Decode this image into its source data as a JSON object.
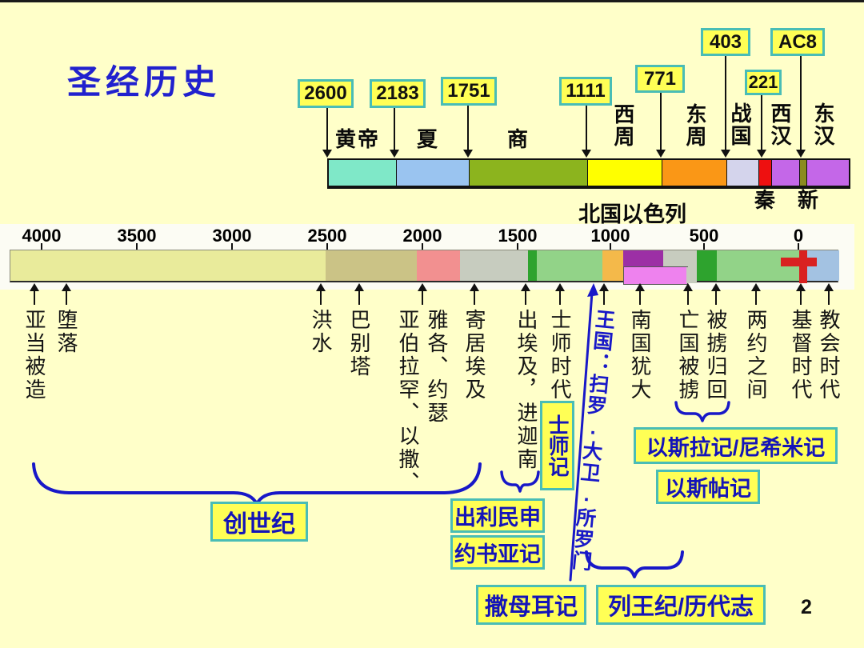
{
  "slide": {
    "title": "圣经历史",
    "page_number": "2",
    "background": "#FFFFC9"
  },
  "palette": {
    "title_blue": "#2121CE",
    "box_yellow": "#FFFF55",
    "box_border_teal": "#49BDB6",
    "book_text_blue": "#1414B8",
    "brace_blue": "#1818C8",
    "cross_red": "#D92121",
    "axis_strip_white": "#FCFCF4",
    "arrow_black": "#111111"
  },
  "china_timeline": {
    "callouts": [
      {
        "label": "2600"
      },
      {
        "label": "2183"
      },
      {
        "label": "1751"
      },
      {
        "label": "1111"
      },
      {
        "label": "771"
      },
      {
        "label": "403"
      },
      {
        "label": "221"
      },
      {
        "label": "AC8"
      }
    ],
    "eras": [
      {
        "name": "黄帝",
        "color": "#7FE8C8"
      },
      {
        "name": "夏",
        "color": "#9AC4F0"
      },
      {
        "name": "商",
        "color": "#8CB41E"
      },
      {
        "name": "西周",
        "color": "#FFFF00"
      },
      {
        "name": "东周",
        "color": "#FA9716"
      },
      {
        "name": "战国",
        "color": "#D4D4EC"
      },
      {
        "name": "秦",
        "color": "#EE1010"
      },
      {
        "name": "西汉",
        "color": "#C467E8"
      },
      {
        "name": "新",
        "color": "#8B8B1F"
      },
      {
        "name": "东汉",
        "color": "#C467E8"
      }
    ],
    "below_labels": [
      {
        "label": "秦"
      },
      {
        "label": "新"
      }
    ]
  },
  "main_timeline": {
    "axis_labels": [
      {
        "label": "4000"
      },
      {
        "label": "3500"
      },
      {
        "label": "3000"
      },
      {
        "label": "2500"
      },
      {
        "label": "2000"
      },
      {
        "label": "1500"
      },
      {
        "label": "1000"
      },
      {
        "label": "500"
      },
      {
        "label": "0"
      }
    ],
    "north_kingdom_callout": "北国以色列",
    "kingdom_label": "王国：扫罗.大卫.所罗门",
    "segments": [
      {
        "color": "#E9EB9B"
      },
      {
        "color": "#CBC386"
      },
      {
        "color": "#F29090"
      },
      {
        "color": "#C7CCBF"
      },
      {
        "color": "#2EA32E"
      },
      {
        "color": "#92D388"
      },
      {
        "color": "#F4B94A"
      },
      {
        "color": "#9C2FA5"
      },
      {
        "color": "#EE82EE"
      },
      {
        "color": "#C7CCBF"
      },
      {
        "color": "#2EA32E"
      },
      {
        "color": "#92D388"
      },
      {
        "color": "#A3C2E2"
      }
    ],
    "events": [
      {
        "label": "亚当被造"
      },
      {
        "label": "堕落"
      },
      {
        "label": "洪水"
      },
      {
        "label": "巴别塔"
      },
      {
        "label": "亚伯拉罕、以撒、",
        "label2": "雅各、约瑟"
      },
      {
        "label": "寄居埃及"
      },
      {
        "label": "出埃及，",
        "label2": "进迦南"
      },
      {
        "label": "士师时代"
      },
      {
        "label": "南国犹大"
      },
      {
        "label": "亡国被掳"
      },
      {
        "label": "被掳归回"
      },
      {
        "label": "两约之间"
      },
      {
        "label": "基督时代"
      },
      {
        "label": "教会时代"
      }
    ]
  },
  "books": {
    "genesis": "创世纪",
    "judges_vertical": "士师记",
    "exodus_lev_num_deut": "出利民申",
    "joshua": "约书亚记",
    "samuel": "撒母耳记",
    "kings_chronicles": "列王纪/历代志",
    "ezra_nehemiah": "以斯拉记/尼希米记",
    "esther": "以斯帖记"
  }
}
